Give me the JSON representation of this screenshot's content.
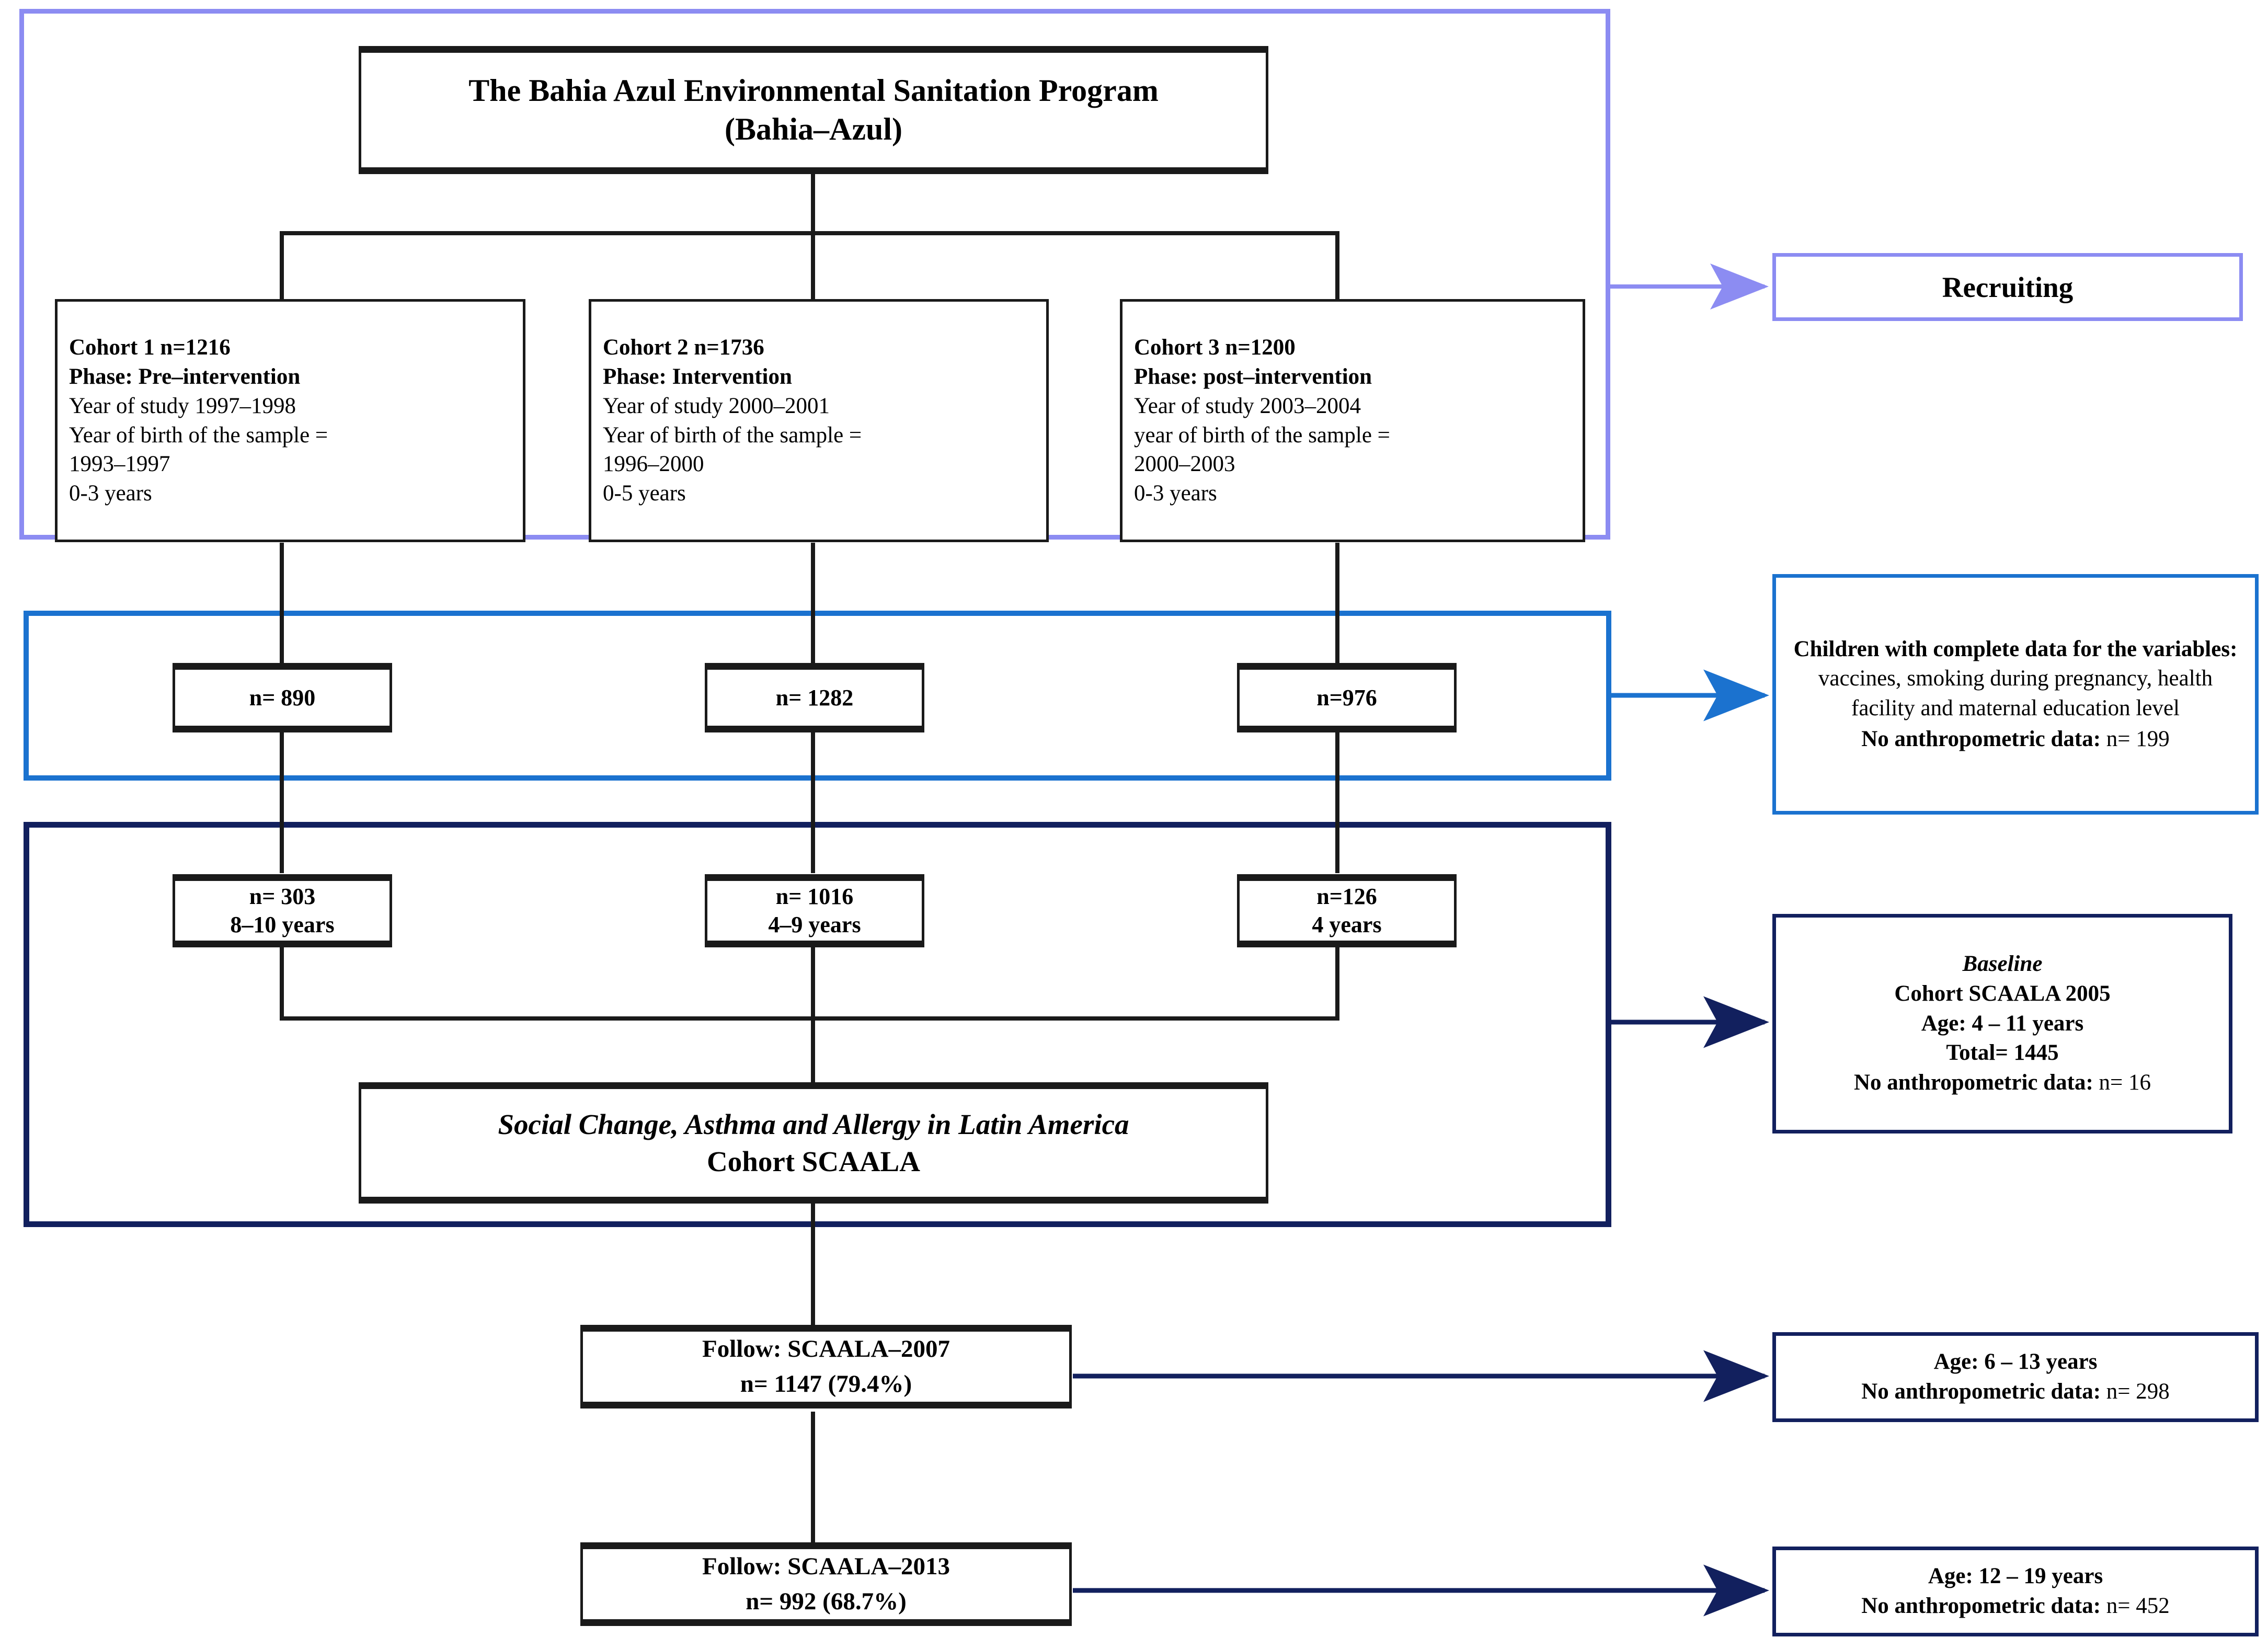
{
  "figure": {
    "kind": "study-flow-diagram",
    "colors": {
      "recruiting_group": "#8c8cf2",
      "complete_data_group": "#1b72cf",
      "baseline_group": "#12205e",
      "box_border": "#1a1a1a"
    }
  },
  "title_box": {
    "line1": "The Bahia Azul Environmental Sanitation Program",
    "line2": "(Bahia–Azul)"
  },
  "cohorts": [
    {
      "header": "Cohort 1 n=1216",
      "phase": "Phase: Pre–intervention",
      "year_of_study": "Year of study 1997–1998",
      "year_of_birth_label": "Year of birth of the sample =",
      "year_of_birth_range": "1993–1997",
      "age_range": "0-3 years"
    },
    {
      "header": "Cohort 2 n=1736",
      "phase": "Phase: Intervention",
      "year_of_study": "Year of study 2000–2001",
      "year_of_birth_label": "Year of birth of the sample =",
      "year_of_birth_range": "1996–2000",
      "age_range": "0-5 years"
    },
    {
      "header": "Cohort 3 n=1200",
      "phase": "Phase: post–intervention",
      "year_of_study": "Year of study 2003–2004",
      "year_of_birth_label": "year of birth of the sample =",
      "year_of_birth_range": "2000–2003",
      "age_range": "0-3 years"
    }
  ],
  "complete_data_row": [
    {
      "n": "n= 890"
    },
    {
      "n": "n= 1282"
    },
    {
      "n": "n=976"
    }
  ],
  "baseline_row": [
    {
      "n": "n= 303",
      "age": "8–10 years"
    },
    {
      "n": "n= 1016",
      "age": "4–9 years"
    },
    {
      "n": "n=126",
      "age": "4 years"
    }
  ],
  "scaala_box": {
    "line1": "Social Change, Asthma and Allergy in Latin America",
    "line2": "Cohort SCAALA"
  },
  "follow_ups": [
    {
      "title": "Follow: SCAALA–2007",
      "n": "n= 1147 (79.4%)"
    },
    {
      "title": "Follow: SCAALA–2013",
      "n": "n= 992 (68.7%)"
    }
  ],
  "annotations": {
    "recruiting": {
      "label": "Recruiting"
    },
    "complete_data": {
      "bold_lead": "Children with complete data for the variables:",
      "variables": " vaccines, smoking during pregnancy, health facility and maternal education level",
      "no_anthro": "No anthropometric data: ",
      "no_anthro_n": "n= 199"
    },
    "baseline": {
      "italic_title": "Baseline",
      "cohort": "Cohort SCAALA 2005",
      "age": "Age: 4 – 11 years",
      "total": "Total= 1445",
      "no_anthro": "No anthropometric data: ",
      "no_anthro_n": "n= 16"
    },
    "follow2007": {
      "age": "Age: 6 – 13 years",
      "no_anthro": "No anthropometric data: ",
      "no_anthro_n": "n= 298"
    },
    "follow2013": {
      "age": "Age: 12 – 19 years",
      "no_anthro": "No anthropometric data: ",
      "no_anthro_n": "n= 452"
    }
  }
}
